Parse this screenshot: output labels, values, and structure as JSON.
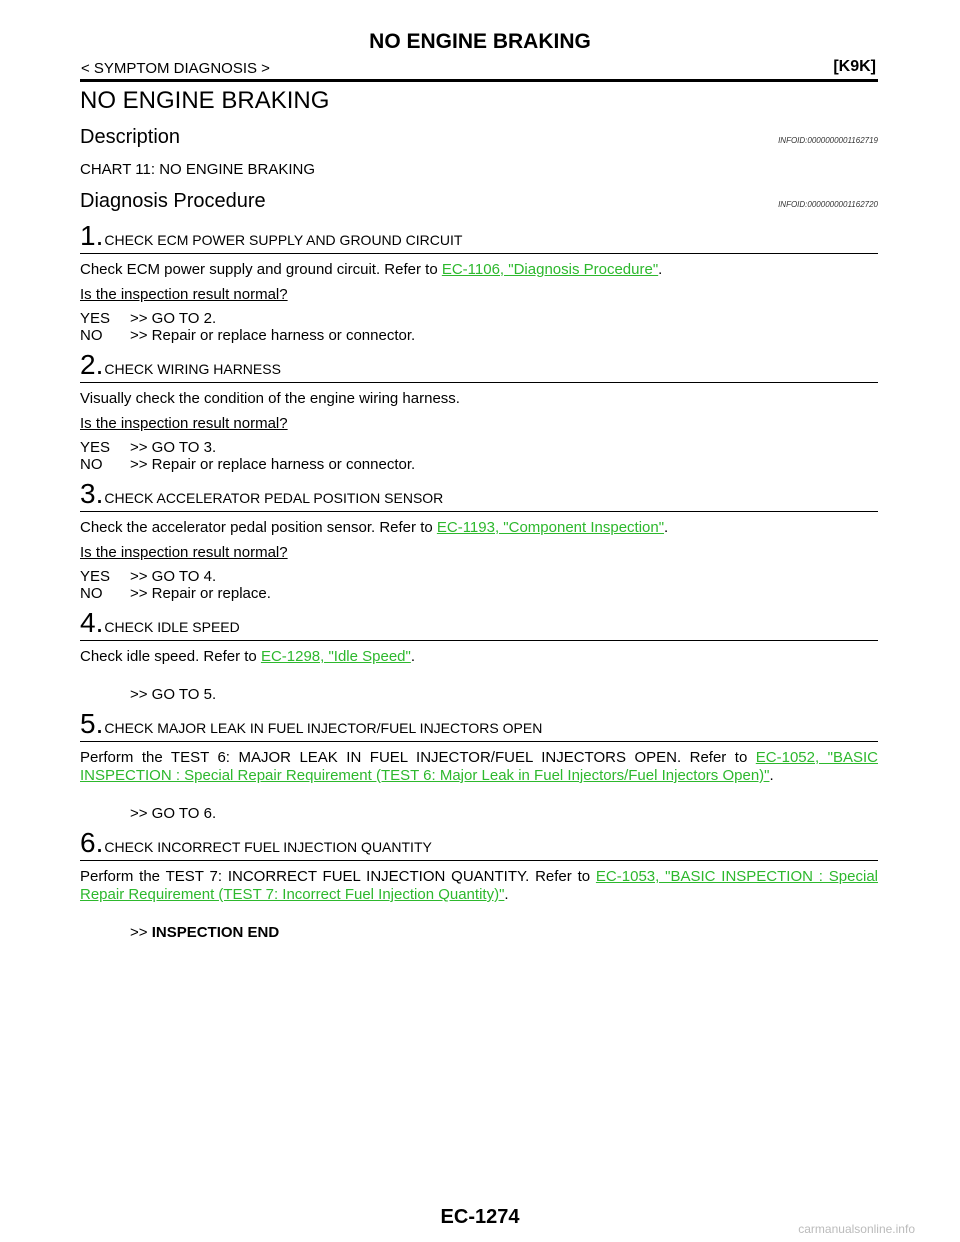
{
  "header": {
    "title": "NO ENGINE BRAKING",
    "breadcrumb": "< SYMPTOM DIAGNOSIS >",
    "model": "[K9K]"
  },
  "section_title": "NO ENGINE BRAKING",
  "description": {
    "heading": "Description",
    "infoid": "INFOID:0000000001162719",
    "text": "CHART 11: NO ENGINE BRAKING"
  },
  "procedure": {
    "heading": "Diagnosis Procedure",
    "infoid": "INFOID:0000000001162720"
  },
  "common": {
    "question": "Is the inspection result normal?",
    "yes_key": "YES",
    "no_key": "NO",
    "period": "."
  },
  "steps": [
    {
      "num": "1",
      "title": "CHECK ECM POWER SUPPLY AND GROUND CIRCUIT",
      "body": "Check ECM power supply and ground circuit. Refer to ",
      "link": "EC-1106, \"Diagnosis Procedure\"",
      "yes": ">> GO TO 2.",
      "no": ">> Repair or replace harness or connector."
    },
    {
      "num": "2",
      "title": "CHECK WIRING HARNESS",
      "body": "Visually check the condition of the engine wiring harness.",
      "yes": ">> GO TO 3.",
      "no": ">> Repair or replace harness or connector."
    },
    {
      "num": "3",
      "title": "CHECK ACCELERATOR PEDAL POSITION SENSOR",
      "body": "Check the accelerator pedal position sensor. Refer to ",
      "link": "EC-1193, \"Component Inspection\"",
      "yes": ">> GO TO 4.",
      "no": ">> Repair or replace."
    },
    {
      "num": "4",
      "title": "CHECK IDLE SPEED",
      "body": "Check idle speed. Refer to ",
      "link": "EC-1298, \"Idle Speed\"",
      "go": ">> GO TO 5."
    },
    {
      "num": "5",
      "title": "CHECK MAJOR LEAK IN FUEL INJECTOR/FUEL INJECTORS OPEN",
      "body": "Perform the TEST 6: MAJOR LEAK IN FUEL INJECTOR/FUEL INJECTORS OPEN. Refer to ",
      "link": "EC-1052, \"BASIC INSPECTION : Special Repair Requirement (TEST 6: Major Leak in Fuel Injectors/Fuel Injectors Open)\"",
      "go": ">> GO TO 6."
    },
    {
      "num": "6",
      "title": "CHECK INCORRECT FUEL INJECTION QUANTITY",
      "body": "Perform the TEST 7: INCORRECT FUEL INJECTION QUANTITY. Refer to ",
      "link": "EC-1053, \"BASIC INSPECTION : Special Repair Requirement (TEST 7: Incorrect Fuel Injection Quantity)\"",
      "go_prefix": ">> ",
      "go_bold": "INSPECTION END"
    }
  ],
  "footer": {
    "page_number": "EC-1274"
  },
  "watermark": "carmanualsonline.info",
  "colors": {
    "link": "#2db82d"
  }
}
